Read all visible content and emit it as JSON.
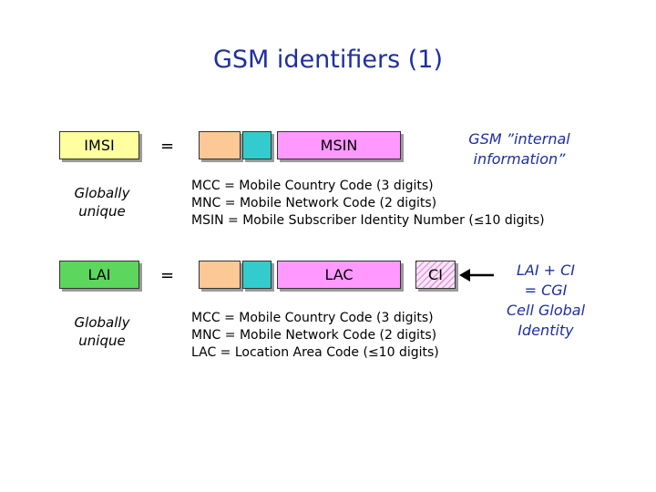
{
  "title": "GSM identifiers (1)",
  "row1": {
    "label": "IMSI",
    "equals": "=",
    "msin_label": "MSIN",
    "qualifier": [
      "Globally",
      "unique"
    ],
    "note": [
      "GSM ”internal",
      "information”"
    ],
    "desc": [
      "MCC = Mobile Country Code (3 digits)",
      "MNC = Mobile Network Code (2 digits)",
      "MSIN = Mobile Subscriber Identity Number (≤10 digits)"
    ]
  },
  "row2": {
    "label": "LAI",
    "equals": "=",
    "lac_label": "LAC",
    "ci_label": "CI",
    "qualifier": [
      "Globally",
      "unique"
    ],
    "note": [
      "LAI + CI",
      "= CGI",
      "Cell Global",
      "Identity"
    ],
    "desc": [
      "MCC = Mobile Country Code (3 digits)",
      "MNC = Mobile Network Code (2 digits)",
      "LAC = Location Area Code (≤10 digits)"
    ]
  },
  "colors": {
    "title": "#1f2fa0",
    "imsi_box": "#ffffa0",
    "lai_box": "#5cd65c",
    "mcc_box": "#fcc896",
    "mnc_box": "#33cccc",
    "msin_box": "#ff99ff",
    "ci_box": "#fde4fb"
  }
}
